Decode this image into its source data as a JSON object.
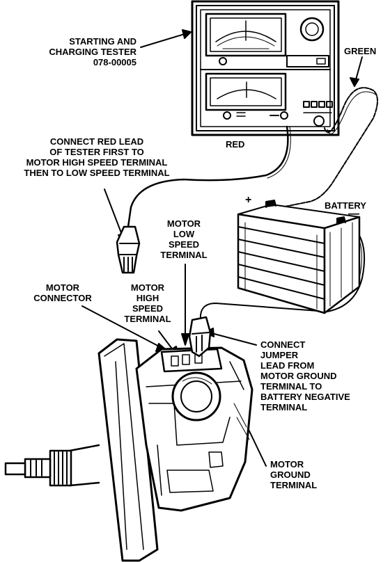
{
  "labels": {
    "tester": "STARTING AND\nCHARGING TESTER\n078-00005",
    "green": "GREEN",
    "red_wire": "RED",
    "connect_red": "CONNECT RED LEAD\nOF TESTER FIRST TO\nMOTOR HIGH SPEED TERMINAL\nTHEN TO LOW SPEED TERMINAL",
    "battery": "BATTERY",
    "plus": "+",
    "minus": "—",
    "low_speed": "MOTOR\nLOW\nSPEED\nTERMINAL",
    "motor_connector": "MOTOR\nCONNECTOR",
    "high_speed": "MOTOR\nHIGH\nSPEED\nTERMINAL",
    "connect_jumper": "CONNECT\nJUMPER\nLEAD FROM\nMOTOR GROUND\nTERMINAL TO\nBATTERY NEGATIVE\nTERMINAL",
    "ground": "MOTOR\nGROUND\nTERMINAL"
  },
  "colors": {
    "ink": "#000000",
    "paper": "#ffffff"
  }
}
